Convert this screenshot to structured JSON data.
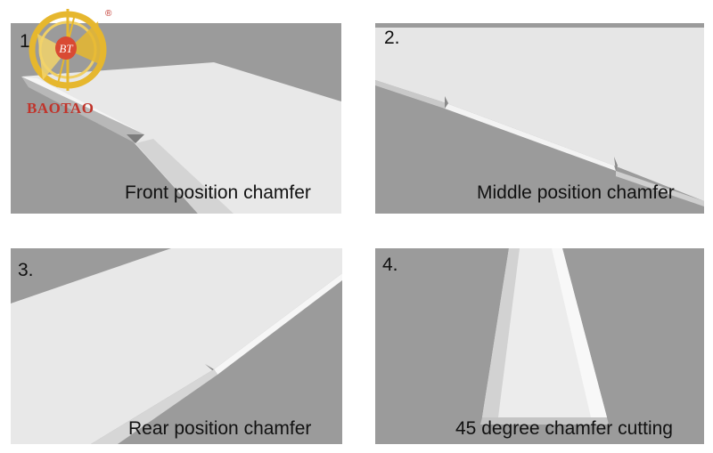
{
  "panels": [
    {
      "number": "1.",
      "caption": "Front position chamfer"
    },
    {
      "number": "2.",
      "caption": "Middle position chamfer"
    },
    {
      "number": "3.",
      "caption": "Rear position chamfer"
    },
    {
      "number": "4.",
      "caption": "45 degree chamfer cutting"
    }
  ],
  "logo": {
    "monogram": "BT",
    "brand": "BAOTAO",
    "registered_mark": "®"
  },
  "colors": {
    "background": "#9b9b9b",
    "board": "#e9e9e9",
    "brand": "#c0342b",
    "logo_gold": "#e6b72e"
  }
}
